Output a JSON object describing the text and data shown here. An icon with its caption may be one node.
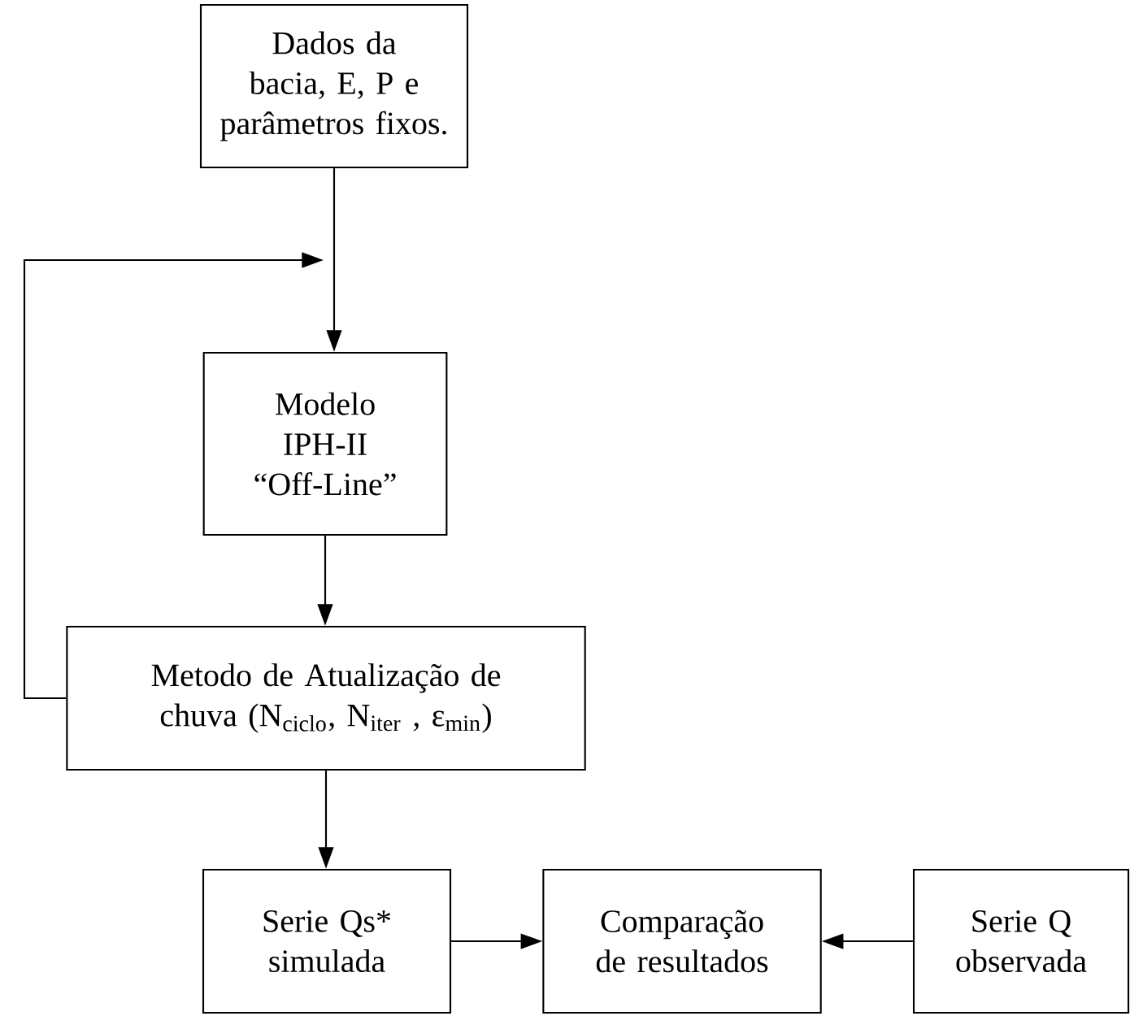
{
  "diagram": {
    "nodes": [
      {
        "text": [
          "Dados da bacia, E, P e parâmetros fixos."
        ]
      },
      {
        "text": [
          "Modelo IPH-II “Off-Line”"
        ]
      },
      {
        "text": [
          "Metodo de Atualização de chuva (N$_{ciclo}$, N$_{iter}$ , ε$_{min}$)"
        ]
      },
      {
        "text": [
          "Serie Qs* simulada"
        ]
      },
      {
        "text": [
          "Comparação de resultados"
        ]
      },
      {
        "text": [
          "Serie Q observada"
        ]
      }
    ],
    "edges": [
      {
        "from": 0,
        "to": 1,
        "arrow": "to"
      },
      {
        "from": 2,
        "to": 1,
        "arrow": "to"
      },
      {
        "from": 1,
        "to": 2,
        "arrow": "to"
      },
      {
        "from": 2,
        "to": 3,
        "arrow": "to"
      },
      {
        "from": 3,
        "to": 4,
        "arrow": "to"
      },
      {
        "from": 5,
        "to": 4,
        "arrow": "to"
      }
    ]
  }
}
